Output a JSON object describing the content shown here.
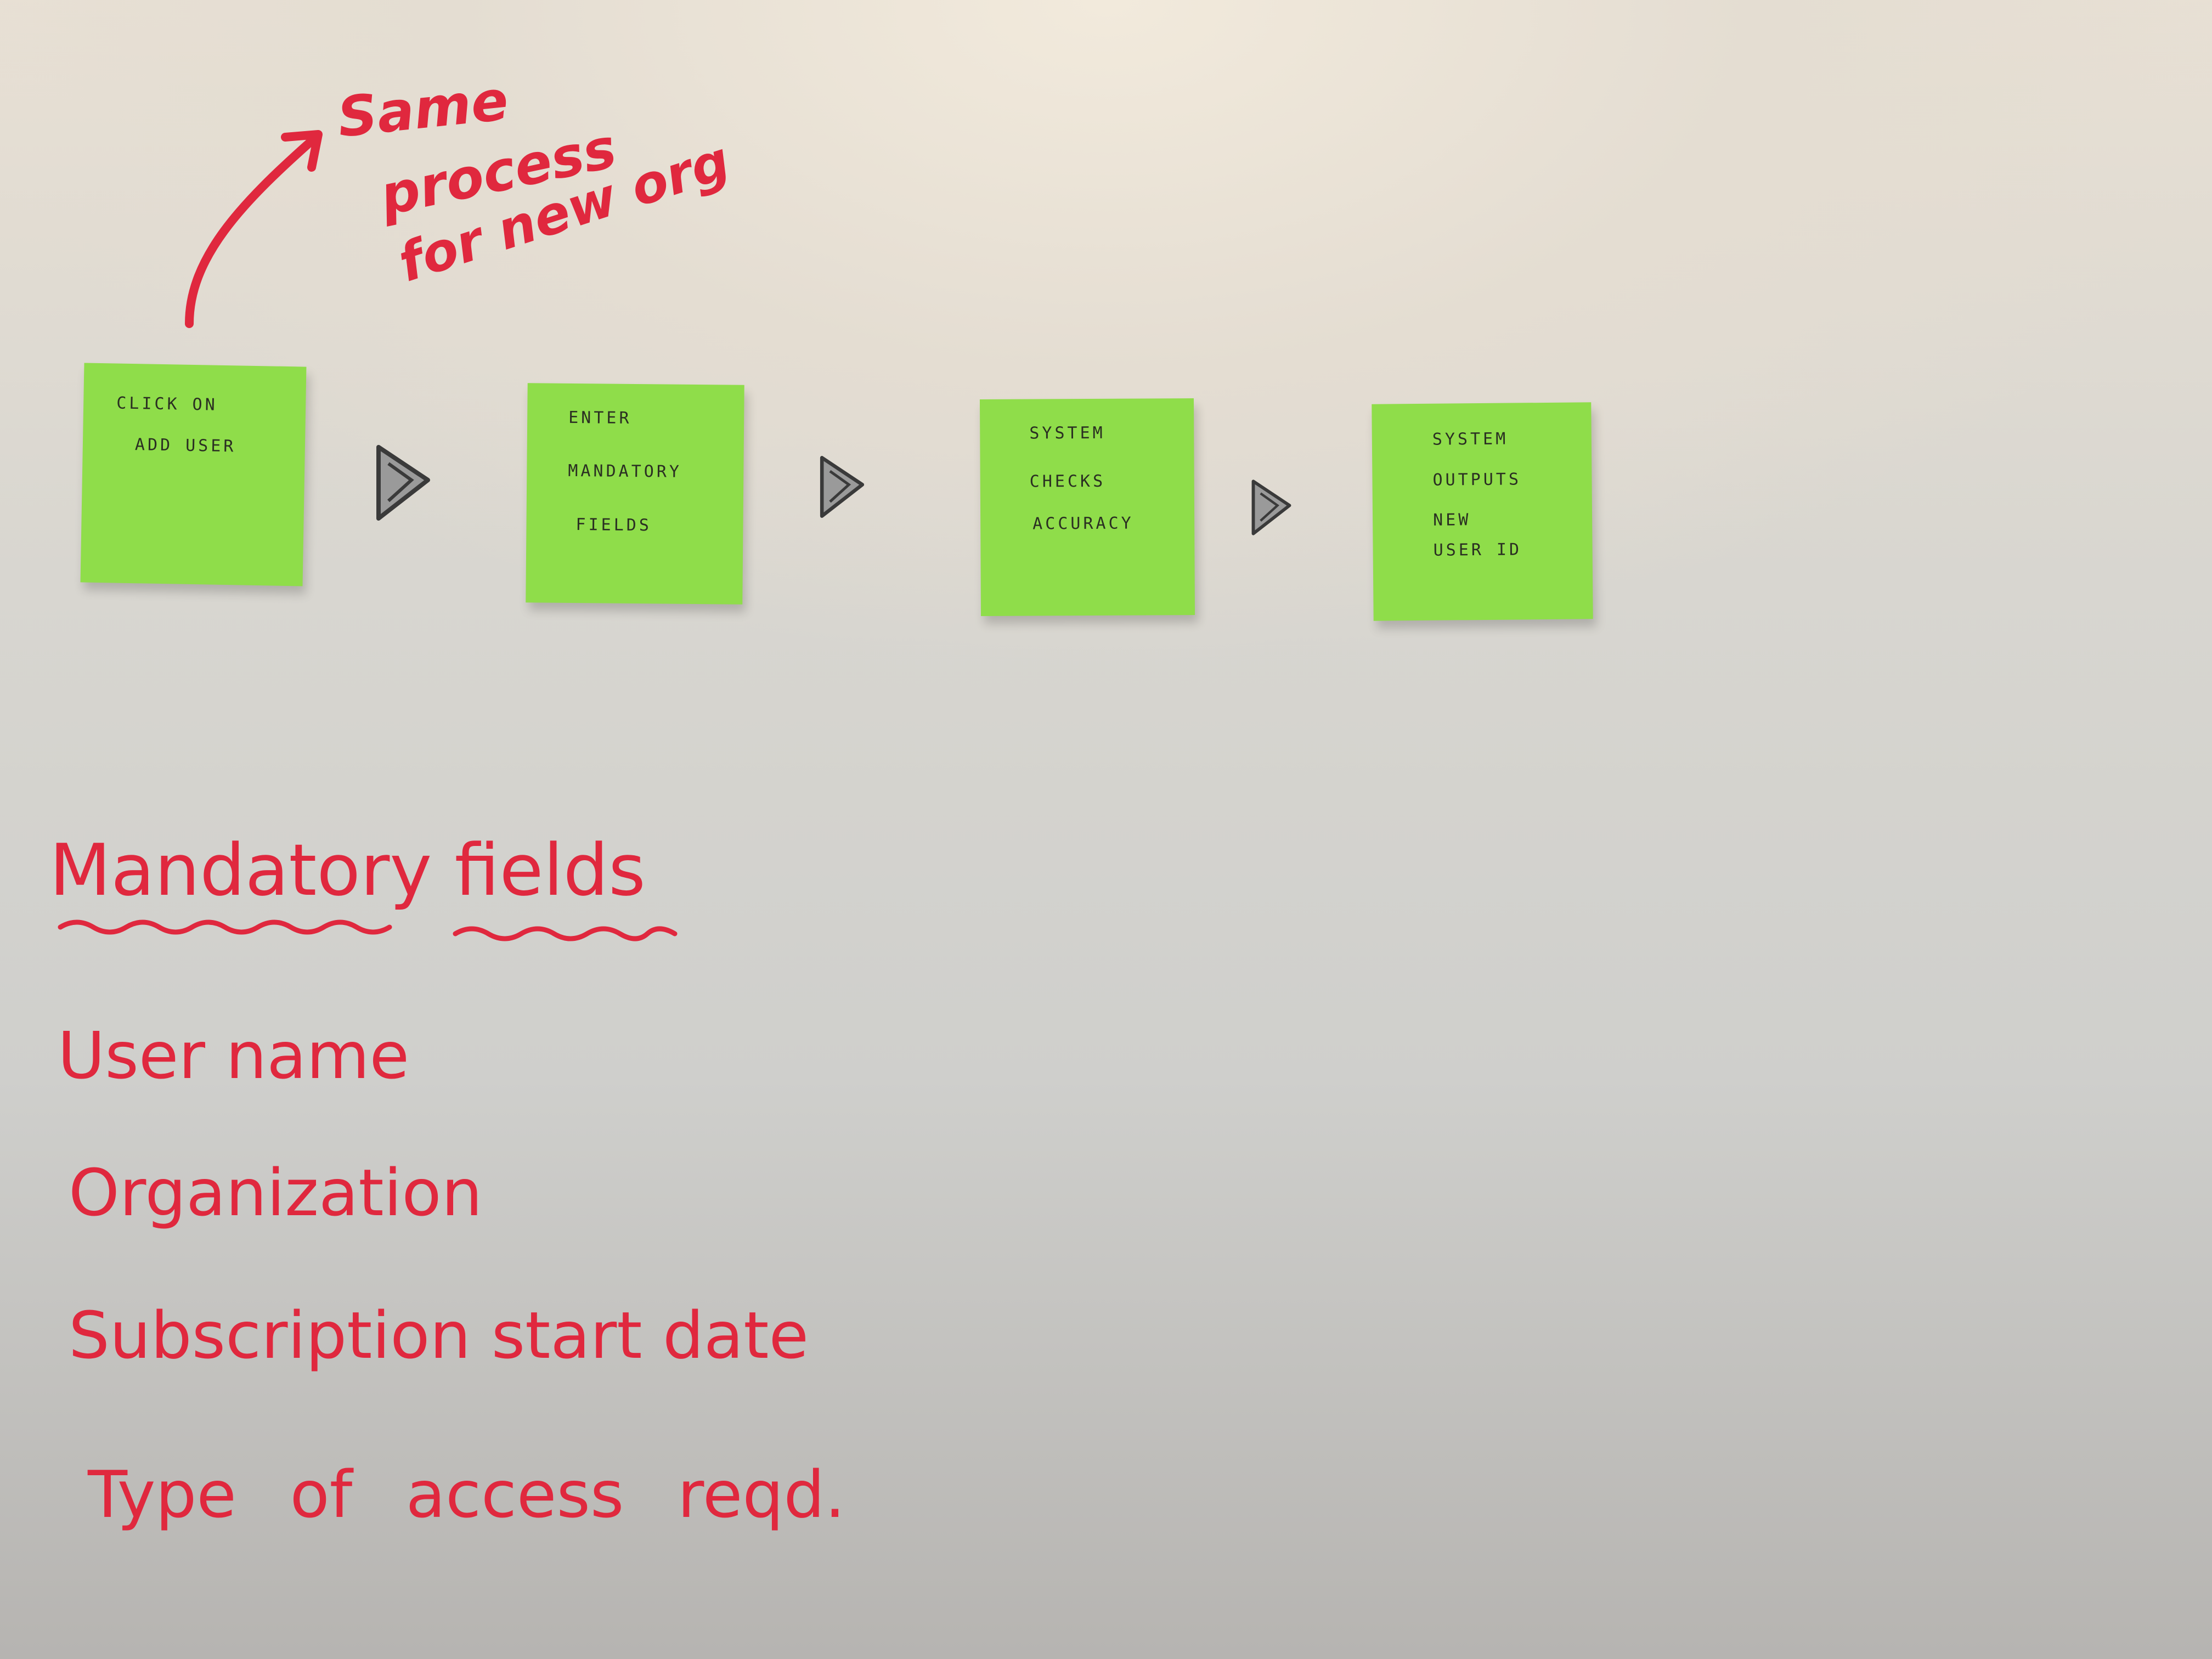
{
  "annotation": {
    "lines": [
      "Same",
      "process",
      "for new org"
    ],
    "ink_color": "#e0283e"
  },
  "sticky_notes": [
    {
      "lines": [
        "CLICK    ON",
        "ADD   USER"
      ]
    },
    {
      "lines": [
        "ENTER",
        "MANDATORY",
        "FIELDS"
      ]
    },
    {
      "lines": [
        "SYSTEM",
        "CHECKS",
        "ACCURACY"
      ]
    },
    {
      "lines": [
        "SYSTEM",
        "OUTPUTS",
        "NEW",
        "USER ID"
      ]
    }
  ],
  "note_color": "#8fdd4a",
  "mandatory_fields": {
    "heading": "Mandatory fields",
    "items": [
      "User name",
      "Organization",
      "Subscription start date",
      "Type of access reqd."
    ]
  }
}
